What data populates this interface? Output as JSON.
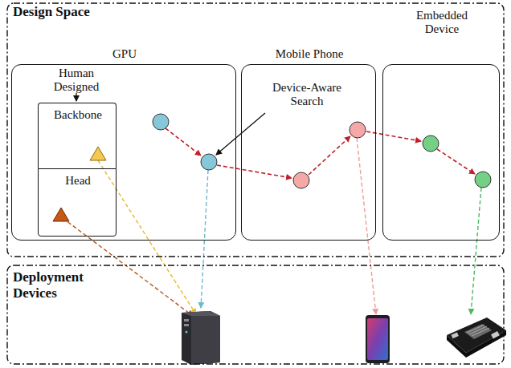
{
  "diagram": {
    "nodes": [
      {
        "text": [
          "Design Space"
        ]
      },
      {
        "text": [
          "GPU"
        ],
        "in": 0
      },
      {
        "text": [
          "Backbone"
        ],
        "in": 1
      },
      {
        "text": [
          "Head"
        ],
        "in": 1
      },
      {
        "text": [
          "Mobile Phone"
        ],
        "in": 0
      },
      {
        "text": [
          "Embedded Device"
        ],
        "in": 0
      },
      {
        "text": [
          "Deployment Devices"
        ]
      }
    ],
    "labels": [
      "Human Designed",
      "Device-Aware Search"
    ]
  }
}
